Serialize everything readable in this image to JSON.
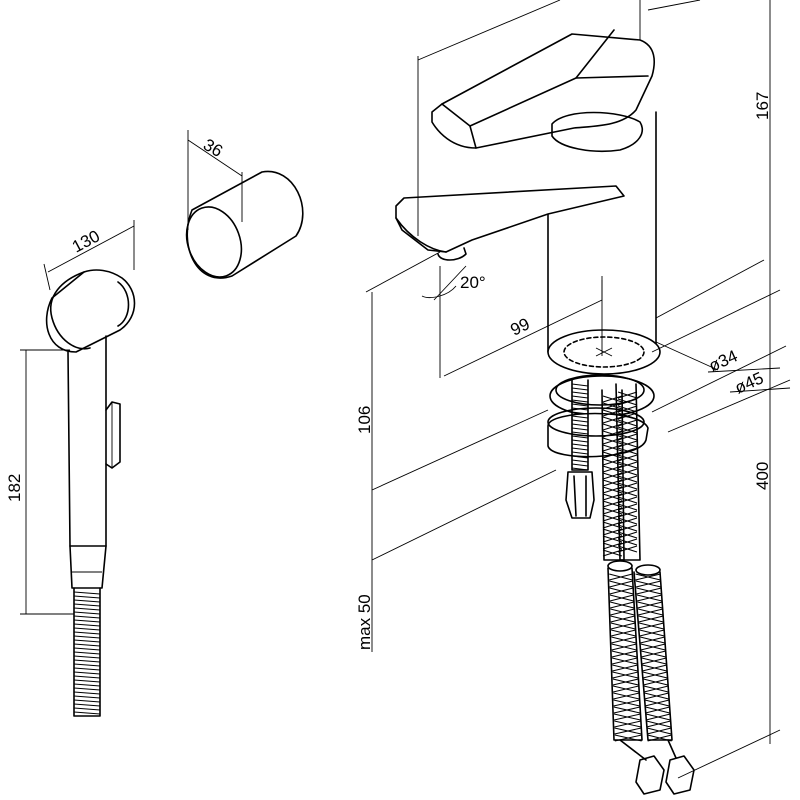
{
  "dimensions": {
    "shower_head_diameter": "130",
    "holder_width": "36",
    "shower_length": "182",
    "spout_angle": "20°",
    "spout_reach": "99",
    "spout_height": "106",
    "faucet_height": "167",
    "hose_length": "400",
    "base_diameter_small": "ø34",
    "base_diameter_large": "ø45",
    "max_deck_thickness": "max 50"
  }
}
